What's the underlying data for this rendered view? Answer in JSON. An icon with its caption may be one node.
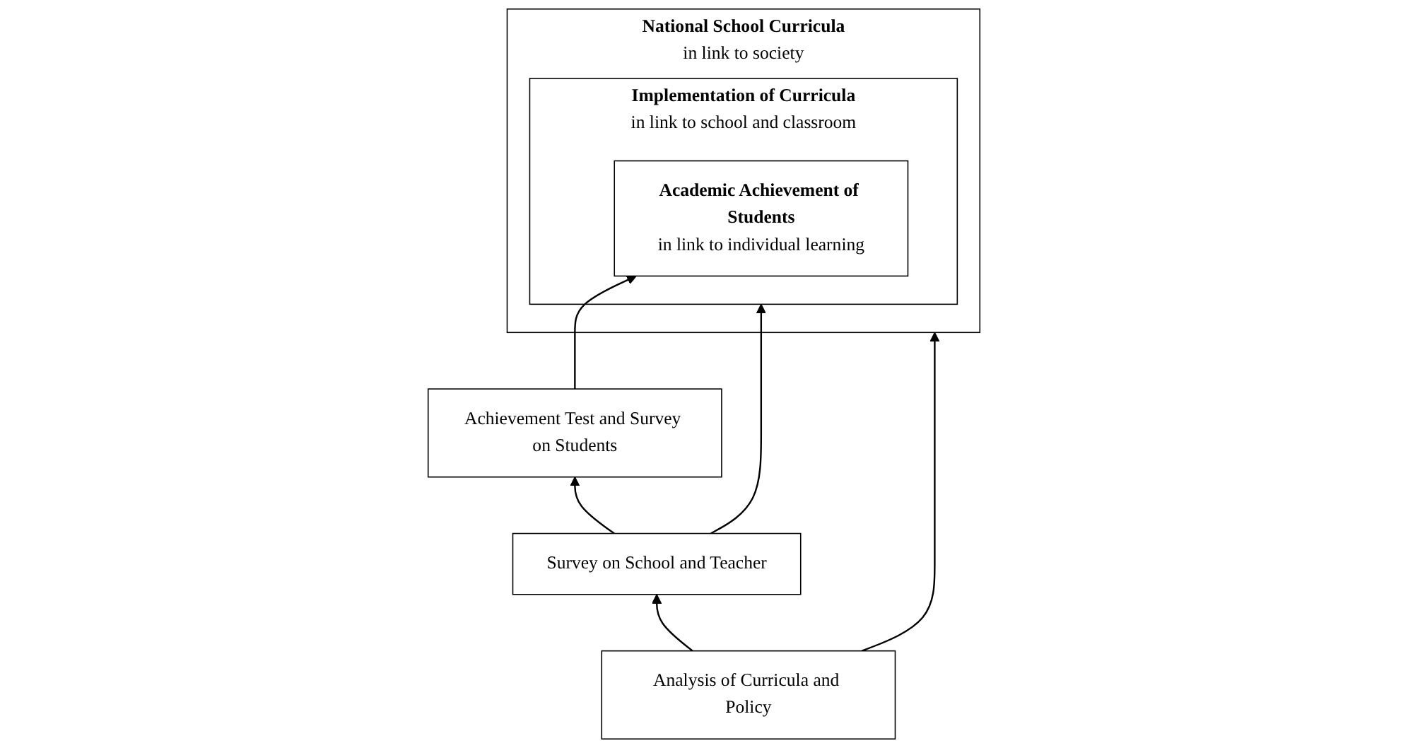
{
  "diagram": {
    "nodes": [
      {
        "text": [
          "National School Curricula",
          "in link to society"
        ]
      },
      {
        "text": [
          "Implementation of Curricula",
          "in link to school and classroom"
        ],
        "in": 0
      },
      {
        "text": [
          "Academic Achievement of Students",
          "in link to individual learning"
        ],
        "in": 1
      },
      {
        "text": [
          "Analysis of Curricula and Policy"
        ]
      },
      {
        "text": [
          "Survey on School and Teacher"
        ]
      },
      {
        "text": [
          "Achievement Test and Survey on Students"
        ]
      }
    ],
    "edges": [
      {
        "from": 3,
        "to": 0,
        "arrow": "to"
      },
      {
        "from": 4,
        "to": 1,
        "arrow": "to"
      },
      {
        "from": 5,
        "to": 2,
        "arrow": "to"
      },
      {
        "from": 3,
        "to": 4,
        "arrow": "to"
      },
      {
        "from": 4,
        "to": 5,
        "arrow": "to"
      }
    ]
  }
}
